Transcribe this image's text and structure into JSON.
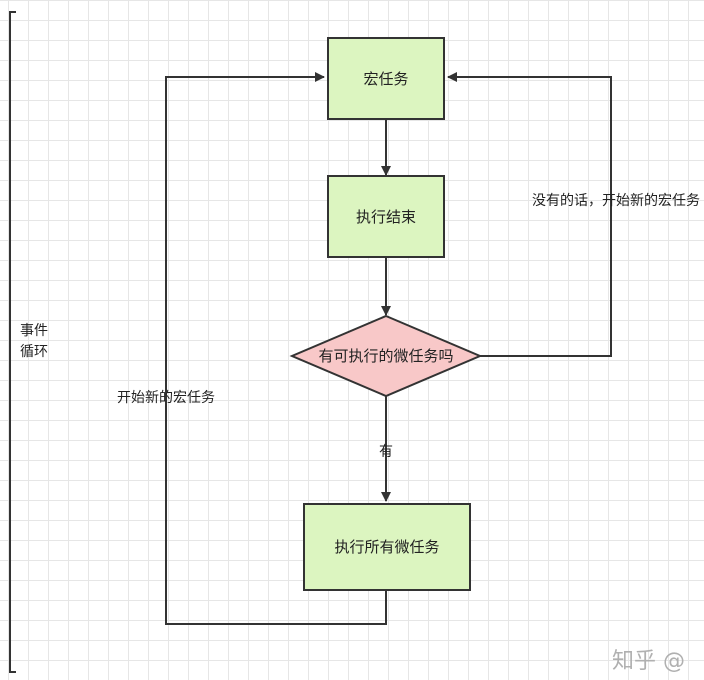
{
  "diagram": {
    "bracket_label_line1": "事件",
    "bracket_label_line2": "循环",
    "nodes": {
      "macro_task": "宏任务",
      "execute_end": "执行结束",
      "has_micro": "有可执行的微任务吗",
      "execute_all_micro": "执行所有微任务"
    },
    "edges": {
      "no_new_macro": "没有的话，开始新的宏任务",
      "yes": "有",
      "start_new_macro": "开始新的宏任务"
    },
    "colors": {
      "process_fill": "#dcf5c0",
      "decision_fill": "#f8c8c8",
      "stroke": "#333333"
    }
  },
  "watermark": "知乎 @"
}
